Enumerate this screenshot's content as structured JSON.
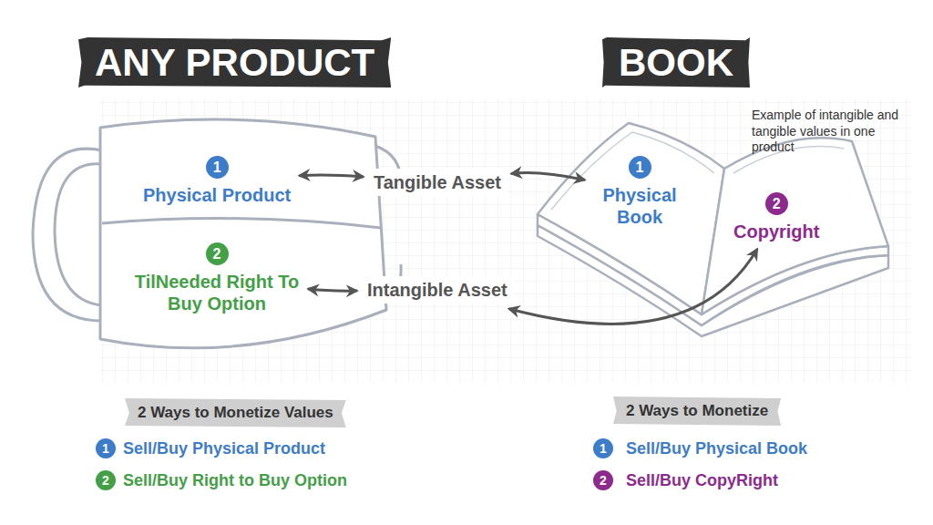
{
  "diagram": {
    "nodes": [
      {
        "text": [
          "ANY PRODUCT"
        ]
      },
      {
        "text": [
          "BOOK"
        ]
      },
      {
        "text": [
          "1",
          "Physical Product"
        ]
      },
      {
        "text": [
          "2",
          "TilNeeded Right To Buy Option"
        ]
      },
      {
        "text": [
          "Tangible Asset"
        ]
      },
      {
        "text": [
          "Intangible Asset"
        ]
      },
      {
        "text": [
          "1",
          "Physical Book"
        ]
      },
      {
        "text": [
          "2",
          "Copyright"
        ]
      },
      {
        "text": [
          "2 Ways to Monetize Values"
        ]
      },
      {
        "text": [
          "2 Ways to Monetize"
        ]
      }
    ],
    "edges": [
      {
        "from": 4,
        "to": 2,
        "arrow": "both"
      },
      {
        "from": 4,
        "to": 6,
        "arrow": "both"
      },
      {
        "from": 5,
        "to": 3,
        "arrow": "both"
      },
      {
        "from": 5,
        "to": 7,
        "arrow": "both"
      }
    ],
    "labels": [
      "Example of intangible and tangible values in one product",
      "1",
      "Sell/Buy Physical Product",
      "2",
      "Sell/Buy Right to Buy Option",
      "1",
      "Sell/Buy Physical Book",
      "2",
      "Sell/Buy CopyRight"
    ]
  }
}
